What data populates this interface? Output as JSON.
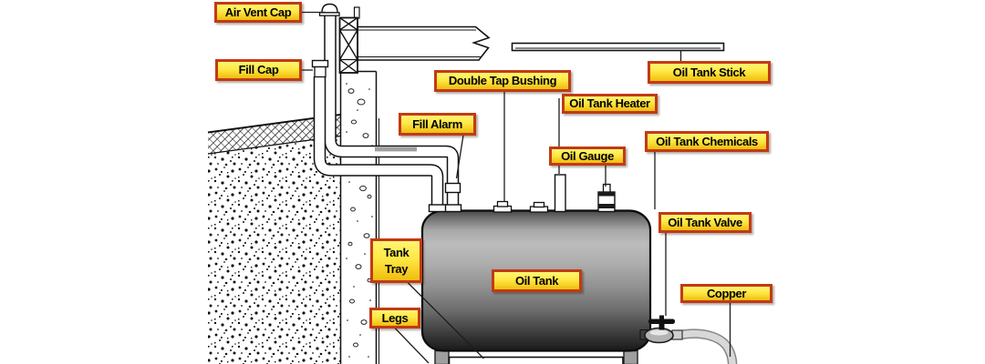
{
  "labels": [
    {
      "id": "air-vent-cap",
      "text": "Air Vent Cap"
    },
    {
      "id": "fill-cap",
      "text": "Fill Cap"
    },
    {
      "id": "double-tap-bushing",
      "text": "Double Tap Bushing"
    },
    {
      "id": "oil-tank-stick",
      "text": "Oil Tank Stick"
    },
    {
      "id": "fill-alarm",
      "text": "Fill Alarm"
    },
    {
      "id": "oil-tank-heater",
      "text": "Oil Tank Heater"
    },
    {
      "id": "oil-gauge",
      "text": "Oil Gauge"
    },
    {
      "id": "oil-tank-chemicals",
      "text": "Oil Tank Chemicals"
    },
    {
      "id": "oil-tank-valve",
      "text": "Oil Tank Valve"
    },
    {
      "id": "tank-tray",
      "text": "Tank Tray"
    },
    {
      "id": "oil-tank",
      "text": "Oil Tank"
    },
    {
      "id": "legs",
      "text": "Legs"
    },
    {
      "id": "copper",
      "text": "Copper"
    }
  ],
  "colors": {
    "background": "#ffffff",
    "label_background_top": "#fff573",
    "label_background_bottom": "#efbd0e",
    "label_border": "#c23a16",
    "label_text": "#000000",
    "line_color": "#161616",
    "tank_light_gray": "#bcbcbc",
    "tank_dark_gray": "#191919",
    "copper_tube_gray": "#d8d8d8"
  }
}
